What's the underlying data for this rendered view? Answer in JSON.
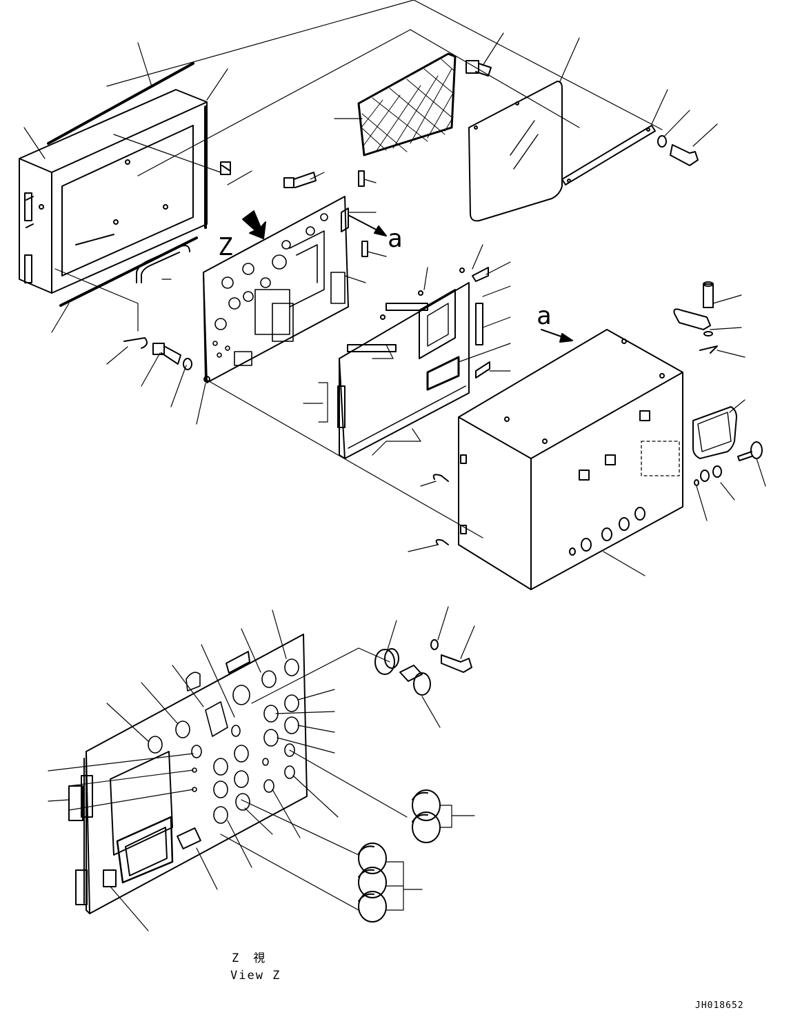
{
  "diagram": {
    "view_marker": "Z",
    "section_marker": "a",
    "section_marker_box": "a",
    "view_caption_jp": "Z　視",
    "view_caption_en": "View Z",
    "drawing_number": "JH018652"
  },
  "colors": {
    "ink": "#000000",
    "paper": "#ffffff"
  }
}
